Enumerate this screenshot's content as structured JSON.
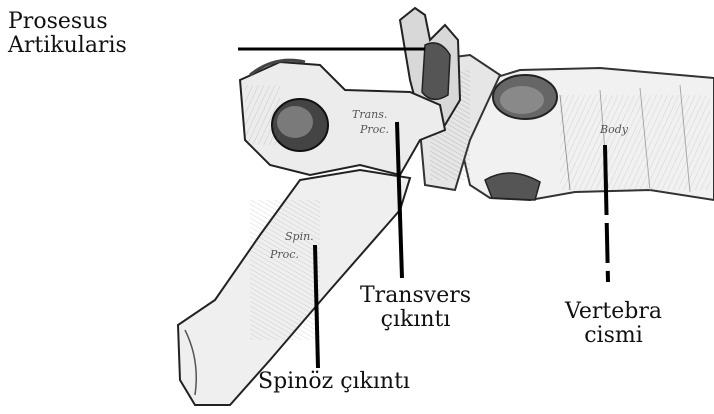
{
  "labels": {
    "articular": [
      "Prosesus",
      "Artikularis"
    ],
    "transverse": [
      "Transvers",
      "çıkıntı"
    ],
    "body": [
      "Vertebra",
      "cismi"
    ],
    "spinous": "Spinöz çıkıntı"
  },
  "bone_labels": {
    "trans": [
      "Trans.",
      "Proc."
    ],
    "body": "Body",
    "spin": [
      "Spin.",
      "Proc."
    ]
  }
}
